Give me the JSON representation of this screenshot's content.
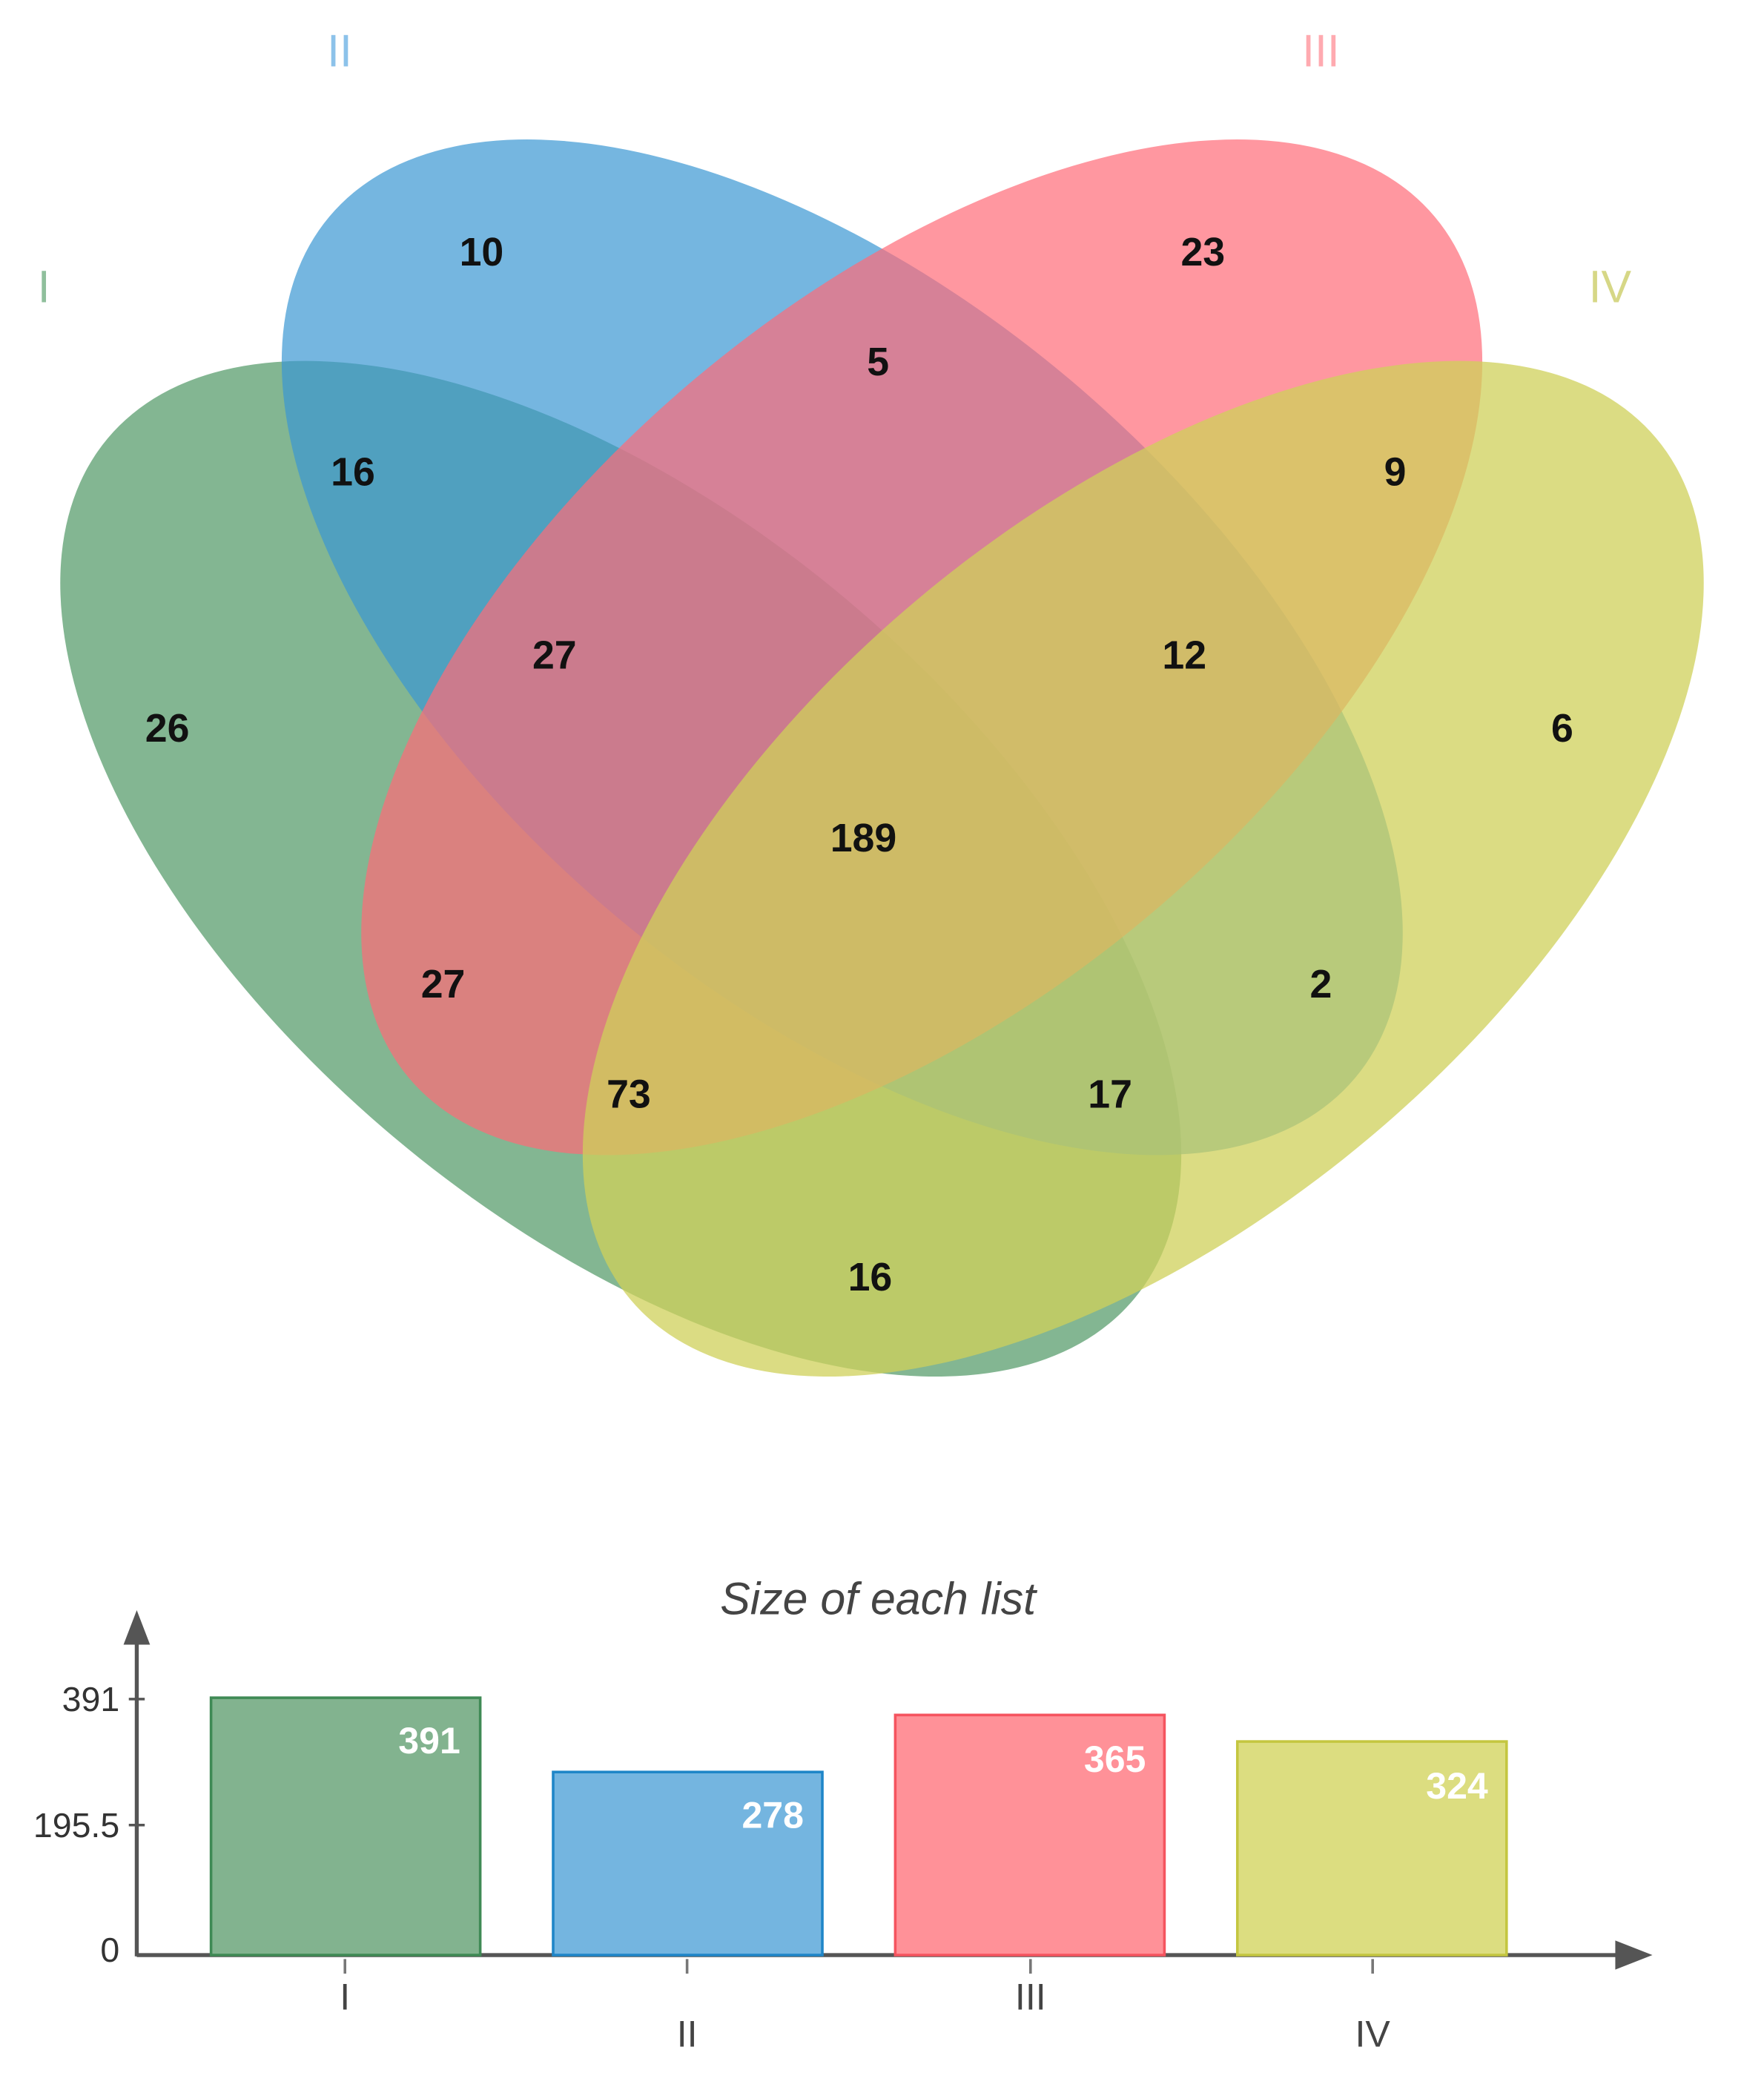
{
  "venn": {
    "sets": [
      {
        "label": "I",
        "color": "#5a9e6e",
        "label_color": "#8fbf9c"
      },
      {
        "label": "II",
        "color": "#3b97d3",
        "label_color": "#8cc2ea"
      },
      {
        "label": "III",
        "color": "#ff6b77",
        "label_color": "#ffaab0"
      },
      {
        "label": "IV",
        "color": "#cfd05a",
        "label_color": "#d6d786"
      }
    ],
    "regions": [
      {
        "sets": "I",
        "value": "26"
      },
      {
        "sets": "II",
        "value": "10"
      },
      {
        "sets": "III",
        "value": "23"
      },
      {
        "sets": "IV",
        "value": "6"
      },
      {
        "sets": "I,II",
        "value": "16"
      },
      {
        "sets": "II,III",
        "value": "5"
      },
      {
        "sets": "III,IV",
        "value": "9"
      },
      {
        "sets": "I,II,III",
        "value": "27"
      },
      {
        "sets": "II,III,IV",
        "value": "12"
      },
      {
        "sets": "I,II,III,IV",
        "value": "189"
      },
      {
        "sets": "I,III",
        "value": "27"
      },
      {
        "sets": "II,IV",
        "value": "2"
      },
      {
        "sets": "I,III,IV",
        "value": "73"
      },
      {
        "sets": "I,II,IV",
        "value": "17"
      },
      {
        "sets": "I,IV",
        "value": "16"
      }
    ]
  },
  "chart_data": [
    {
      "type": "venn",
      "title": "",
      "sets": [
        "I",
        "II",
        "III",
        "IV"
      ],
      "regions": {
        "I": 26,
        "II": 10,
        "III": 23,
        "IV": 6,
        "I&II": 16,
        "II&III": 5,
        "III&IV": 9,
        "I&IV": 16,
        "I&III": 27,
        "II&IV": 2,
        "I&II&III": 27,
        "II&III&IV": 12,
        "I&III&IV": 73,
        "I&II&IV": 17,
        "I&II&III&IV": 189
      }
    },
    {
      "type": "bar",
      "title": "Size of each list",
      "categories": [
        "I",
        "II",
        "III",
        "IV"
      ],
      "values": [
        391,
        278,
        365,
        324
      ],
      "colors": [
        "#82b38f",
        "#74b5e0",
        "#ff9198",
        "#dcdd80"
      ],
      "xlabel": "",
      "ylabel": "",
      "yticks": [
        "0",
        "195.5",
        "391"
      ],
      "ylim": [
        0,
        391
      ],
      "grid": false
    }
  ],
  "bar_chart": {
    "title": "Size of each list",
    "yticks": [
      "391",
      "195.5",
      "0"
    ],
    "bars": [
      {
        "label": "I",
        "value": "391",
        "fill": "#82b38f",
        "stroke": "#3f8a55"
      },
      {
        "label": "II",
        "value": "278",
        "fill": "#74b5e0",
        "stroke": "#1f86c8"
      },
      {
        "label": "III",
        "value": "365",
        "fill": "#ff9198",
        "stroke": "#f5545f"
      },
      {
        "label": "IV",
        "value": "324",
        "fill": "#dcdd80",
        "stroke": "#c4c640"
      }
    ]
  }
}
